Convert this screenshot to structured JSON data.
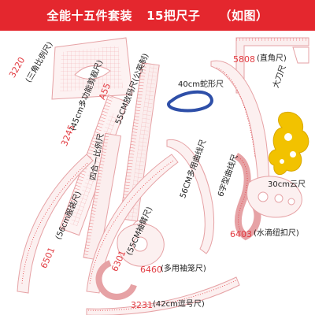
{
  "banner": {
    "title": "全能十五件套装",
    "count": "15把尺子",
    "note": "（如图）",
    "color": "#e4272e"
  },
  "rulers": [
    {
      "code": "3220",
      "name": "(三角比例尺)"
    },
    {
      "code": "3245",
      "name": "(45cm多功能剪裁尺)"
    },
    {
      "code": "A55",
      "name": "55CM放码尺(公英制)"
    },
    {
      "code": "",
      "name": "40cm蛇形尺"
    },
    {
      "code": "5808",
      "name": "(直角尺)"
    },
    {
      "code": "",
      "name": "大刀尺"
    },
    {
      "code": "",
      "name": "30cm云尺"
    },
    {
      "code": "",
      "name": "四合一比例尺"
    },
    {
      "code": "",
      "name": "56CM多用曲线尺"
    },
    {
      "code": "",
      "name": "6字型曲线尺"
    },
    {
      "code": "6501",
      "name": "(56cm服装尺)"
    },
    {
      "code": "6301",
      "name": "(55CM袖臂尺)"
    },
    {
      "code": "6403",
      "name": "(水滴纽扣尺)"
    },
    {
      "code": "6460",
      "name": "(多用袖笼尺)"
    },
    {
      "code": "3231",
      "name": "(42cm逗号尺)"
    }
  ],
  "colors": {
    "ruler_red": "#e23b41",
    "cloud_yellow": "#f2c200",
    "snake_blue": "#2e4fa8"
  }
}
